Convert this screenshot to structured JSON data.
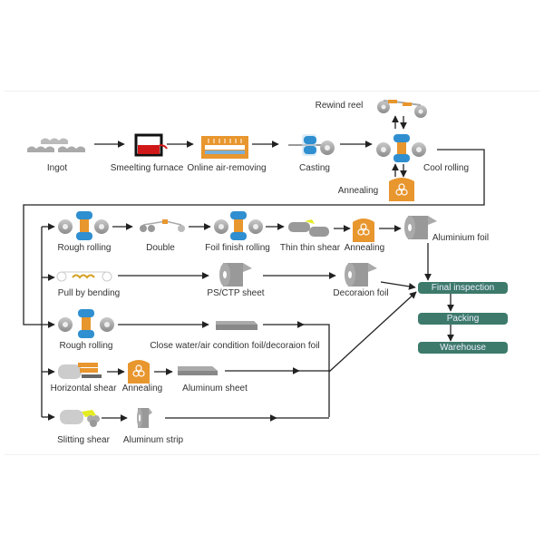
{
  "title": "Aluminium production process flow",
  "colors": {
    "box": "#3d7a6b",
    "roller_blue": "#2f8fd0",
    "orange": "#e8962e",
    "gray": "#9a9a9a",
    "line": "#333333"
  },
  "row1": {
    "ingot": "Ingot",
    "smelting": "Smeelting furnace",
    "air_removing": "Online air-removing",
    "casting": "Casting",
    "rewind_reel": "Rewind reel",
    "cool_rolling": "Cool rolling",
    "annealing": "Annealing"
  },
  "row2": {
    "rough_rolling": "Rough rolling",
    "double": "Double",
    "foil_finish": "Foil finish rolling",
    "thin_shear": "Thin thin shear",
    "annealing": "Annealing",
    "aluminium_foil": "Aluminium foil"
  },
  "row3": {
    "pull_bending": "Pull by bending",
    "ps_ctp": "PS/CTP sheet",
    "decoration_foil": "Decoraion foil"
  },
  "row4": {
    "rough_rolling": "Rough rolling",
    "close_water": "Close water/air condition foil/decoraion foil"
  },
  "row5": {
    "horizontal_shear": "Horizontal shear",
    "annealing": "Annealing",
    "aluminum_sheet": "Aluminum sheet"
  },
  "row6": {
    "slitting_shear": "Slitting shear",
    "aluminum_strip": "Aluminum strip"
  },
  "final": {
    "inspection": "Final inspection",
    "packing": "Packing",
    "warehouse": "Warehouse"
  }
}
